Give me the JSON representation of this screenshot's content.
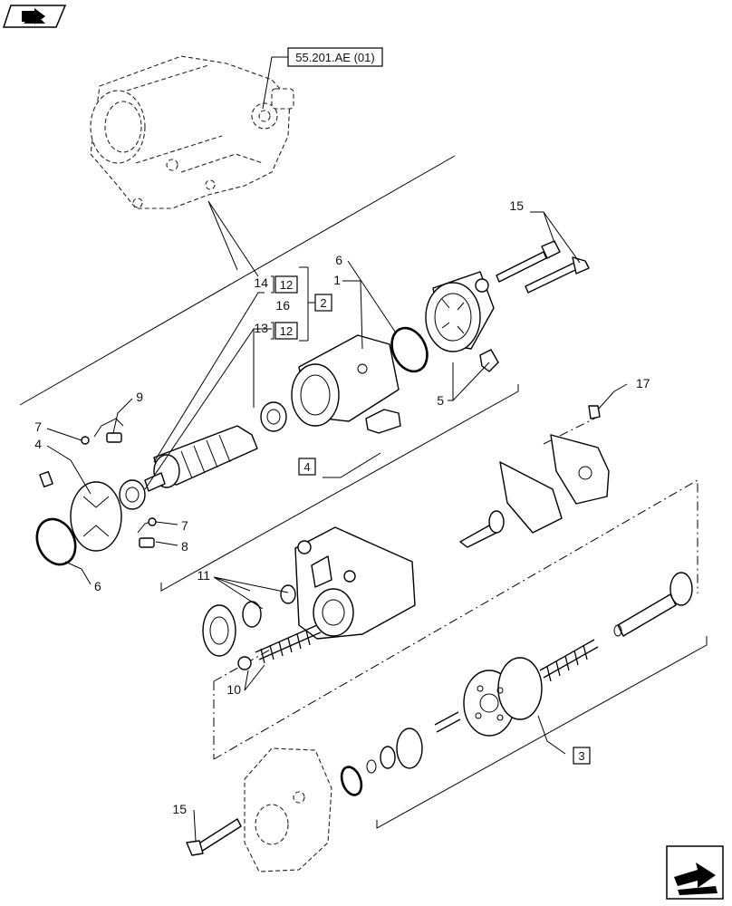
{
  "corner_nav": {
    "top_left_icon": "page-flip-arrow-icon",
    "bottom_right_icon": "next-page-arrow-icon"
  },
  "reference": {
    "assembly_ref": "55.201.AE (01)"
  },
  "group_boxes": {
    "g2": "2",
    "g3": "3",
    "g4": "4",
    "g12a": "12",
    "g12b": "12"
  },
  "callouts": {
    "c1": "1",
    "c4": "4",
    "c5": "5",
    "c6a": "6",
    "c6b": "6",
    "c7a": "7",
    "c7b": "7",
    "c8": "8",
    "c9": "9",
    "c10": "10",
    "c11": "11",
    "c13": "13",
    "c14": "14",
    "c15a": "15",
    "c15b": "15",
    "c16": "16",
    "c17": "17"
  }
}
